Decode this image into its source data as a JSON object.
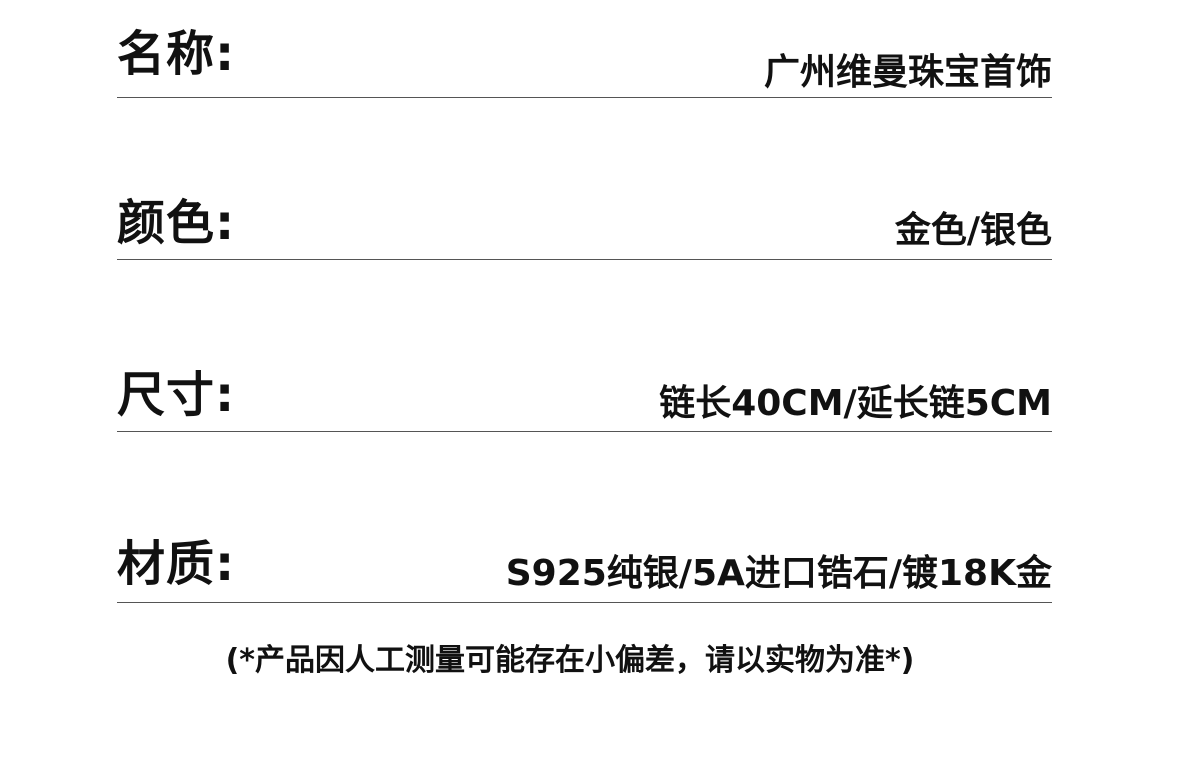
{
  "rows": [
    {
      "label": "名称:",
      "value": "广州维曼珠宝首饰"
    },
    {
      "label": "颜色:",
      "value": "金色/银色"
    },
    {
      "label": "尺寸:",
      "value": "链长40CM/延长链5CM"
    },
    {
      "label": "材质:",
      "value": "S925纯银/5A进口锆石/镀18K金"
    }
  ],
  "note": "(*产品因人工测量可能存在小偏差，请以实物为准*)"
}
